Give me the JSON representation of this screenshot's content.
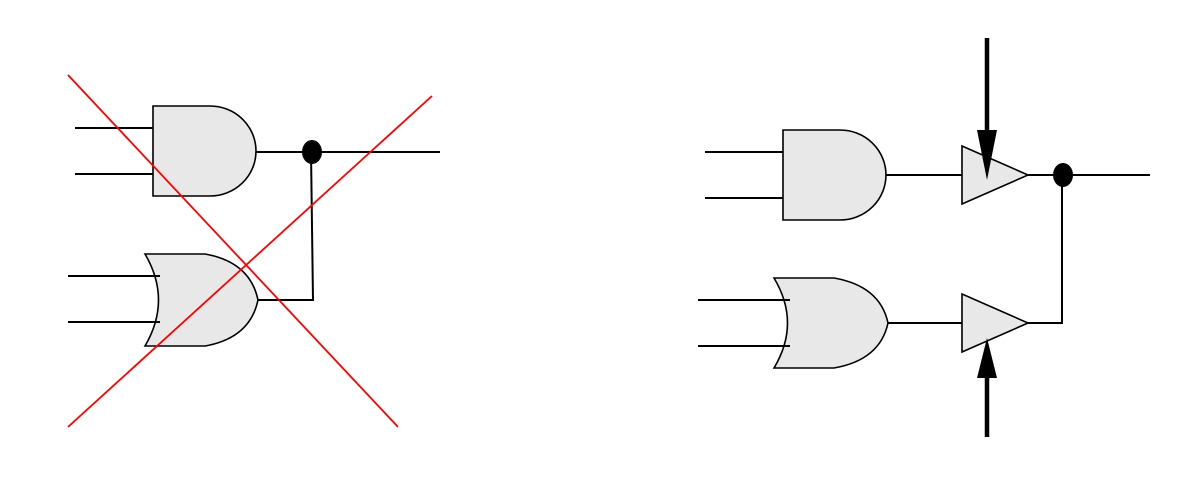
{
  "diagrams": [
    {
      "id": "invalid-wired-connection",
      "gates": [
        "and",
        "or"
      ],
      "output_junction": true,
      "crossed_out": true,
      "colors": {
        "gate_fill": "#e8e8e8",
        "cross": "#ff0000"
      }
    },
    {
      "id": "tristate-bus-connection",
      "gates": [
        "and",
        "or",
        "tristate-buffer",
        "tristate-buffer"
      ],
      "output_junction": true,
      "control_arrows": [
        "down",
        "up"
      ],
      "crossed_out": false,
      "colors": {
        "gate_fill": "#e8e8e8"
      }
    }
  ]
}
